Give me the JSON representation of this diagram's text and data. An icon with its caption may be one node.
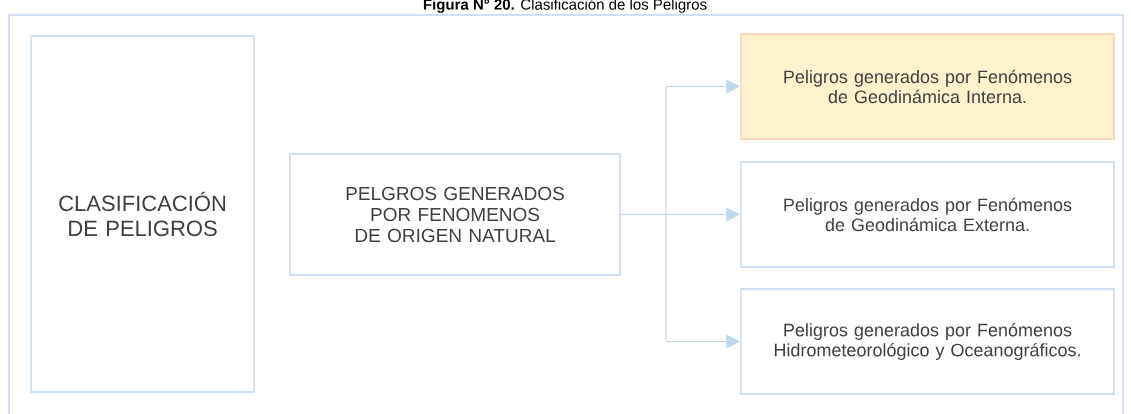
{
  "diagram": {
    "title": "**Figura N° 20.** Clasificación de los Peligros",
    "nodes": [
      {
        "text": [
          "CLASIFICACIÓN DE PELIGROS"
        ]
      },
      {
        "text": [
          "PELGROS GENERADOS POR FENOMENOS DE ORIGEN NATURAL"
        ]
      },
      {
        "text": [
          "Peligros generados por Fenómenos de Geodinámica Interna."
        ]
      },
      {
        "text": [
          "Peligros generados por Fenómenos de Geodinámica Externa."
        ]
      },
      {
        "text": [
          "Peligros generados por Fenómenos Hidrometeorológico y Oceanográficos."
        ]
      }
    ],
    "edges": [
      {
        "from": 1,
        "to": 2,
        "arrow": "to"
      },
      {
        "from": 1,
        "to": 3,
        "arrow": "to"
      },
      {
        "from": 1,
        "to": 4,
        "arrow": "to"
      }
    ]
  }
}
